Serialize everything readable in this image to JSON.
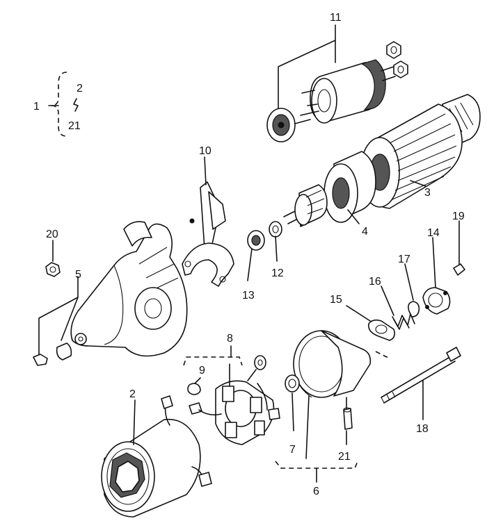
{
  "diagram": {
    "callouts": [
      "1",
      "2",
      "21",
      "11",
      "10",
      "3",
      "4",
      "13",
      "12",
      "20",
      "5",
      "19",
      "14",
      "17",
      "16",
      "15",
      "8",
      "9",
      "7",
      "21",
      "6",
      "2",
      "18"
    ]
  }
}
